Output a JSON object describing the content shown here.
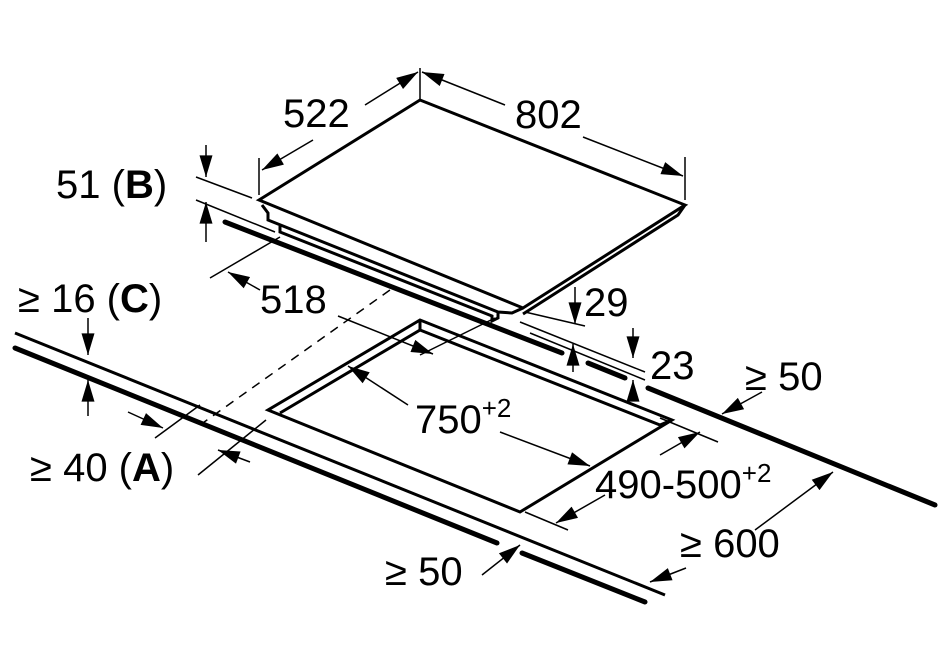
{
  "title": "Hob installation dimensions",
  "labels": {
    "width_depth": "522",
    "width_length": "802",
    "height_total": "51",
    "height_total_ref": "B",
    "bottom_depth": "518",
    "height_29": "29",
    "min_worktop": "≥ 16",
    "min_worktop_ref": "C",
    "height_23": "23",
    "clearance_back": "≥ 50",
    "cutout_length": "750",
    "cutout_length_tol": "+2",
    "front_min": "≥ 40",
    "front_min_ref": "A",
    "cutout_depth": "490-500",
    "cutout_depth_tol": "+2",
    "worktop_depth": "≥ 600",
    "clearance_side": "≥ 50"
  },
  "colors": {
    "line": "#000000",
    "background": "#ffffff"
  }
}
